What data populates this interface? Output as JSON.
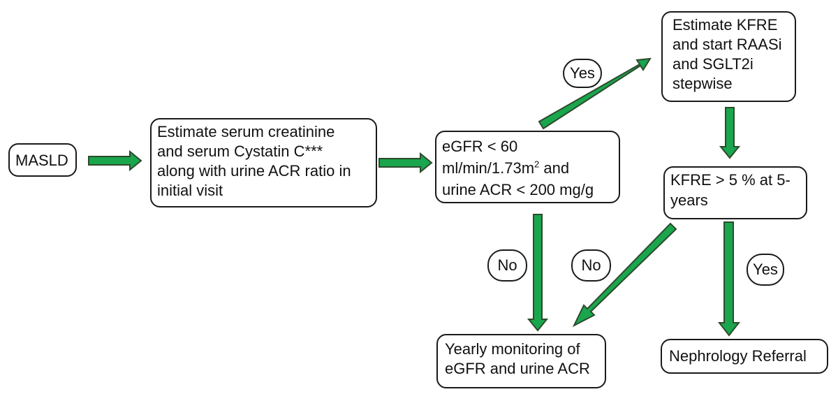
{
  "colors": {
    "arrow_fill": "#1aa64d",
    "arrow_stroke": "#2d4a2d",
    "box_border": "#1a1a1a"
  },
  "nodes": {
    "masld": {
      "text": "MASLD"
    },
    "estimate_creatinine": {
      "lines": [
        "Estimate serum creatinine",
        "and serum Cystatin C***",
        "along with urine ACR ratio in",
        "initial visit"
      ]
    },
    "egfr_check": {
      "line1": "eGFR < 60",
      "line2_main": "ml/min/1.73m",
      "line2_sup": "2",
      "line2_tail": " and",
      "line3": "urine ACR < 200 mg/g"
    },
    "estimate_kfre": {
      "lines": [
        "Estimate KFRE",
        "and start RAASi",
        "and SGLT2i",
        "stepwise"
      ]
    },
    "kfre_check": {
      "lines": [
        "KFRE > 5 % at 5-",
        "years"
      ]
    },
    "yearly_monitoring": {
      "lines": [
        "Yearly monitoring of",
        "eGFR and urine ACR"
      ]
    },
    "nephrology_referral": {
      "text": "Nephrology Referral"
    }
  },
  "edge_labels": {
    "yes_top": "Yes",
    "no_left": "No",
    "no_right": "No",
    "yes_right": "Yes"
  }
}
